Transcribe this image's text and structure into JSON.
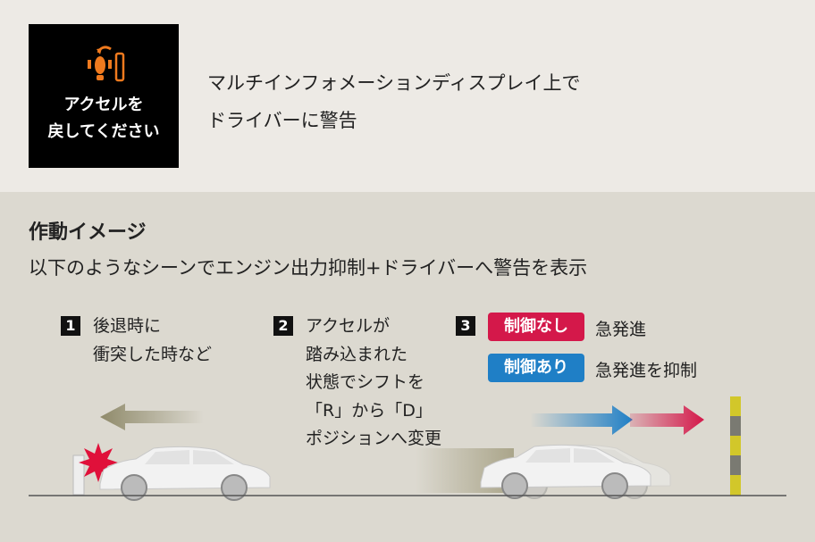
{
  "warning_display": {
    "icon": "foot-off-accelerator-icon",
    "message_line1": "アクセルを",
    "message_line2": "戻してください",
    "icon_color": "#f07a1e"
  },
  "description": {
    "line1": "マルチインフォメーションディスプレイ上で",
    "line2": "ドライバーに警告"
  },
  "section": {
    "title": "作動イメージ",
    "subtitle": "以下のようなシーンでエンジン出力抑制+ドライバーへ警告を表示"
  },
  "scenes": [
    {
      "number": "1",
      "lines": [
        "後退時に",
        "衝突した時など"
      ]
    },
    {
      "number": "2",
      "lines": [
        "アクセルが",
        "踏み込まれた",
        "状態でシフトを",
        "「R」から「D」",
        "ポジションへ変更"
      ]
    },
    {
      "number": "3",
      "without_control": {
        "label": "制御なし",
        "result": "急発進",
        "color": "#d4184a"
      },
      "with_control": {
        "label": "制御あり",
        "result": "急発進を抑制",
        "color": "#1f7fc6"
      }
    }
  ]
}
